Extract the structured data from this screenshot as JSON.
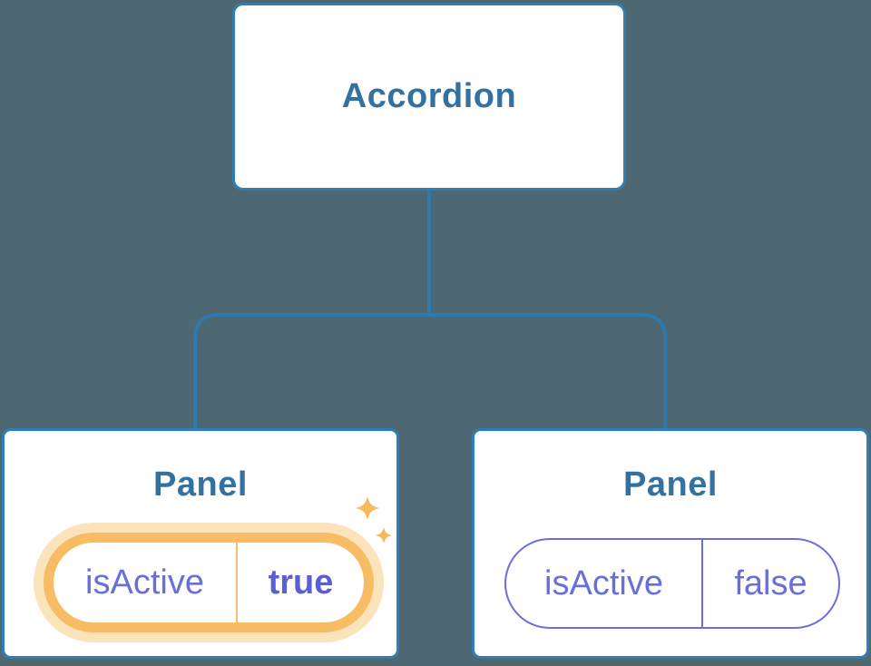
{
  "diagram": {
    "type": "component-tree",
    "root_node": {
      "label": "Accordion"
    },
    "panels": [
      {
        "title": "Panel",
        "prop_name": "isActive",
        "prop_value": "true",
        "state": "active",
        "decoration": "sparkles"
      },
      {
        "title": "Panel",
        "prop_name": "isActive",
        "prop_value": "false",
        "state": "inactive",
        "decoration": "none"
      }
    ]
  },
  "colors": {
    "background": "#4D6773",
    "connector_line": "#2D7AB0",
    "node_border": "#2F7FB5",
    "node_fill": "#FFFFFF",
    "title_text": "#35719F",
    "prop_text": "#686EDC",
    "prop_value_active_text": "#5B60D0",
    "active_ring": "#F7BC64",
    "active_glow": "#FBE3BB",
    "active_divider": "#F5BE6E",
    "inactive_border": "#6B6FD8",
    "sparkle": "#F6B95C"
  }
}
